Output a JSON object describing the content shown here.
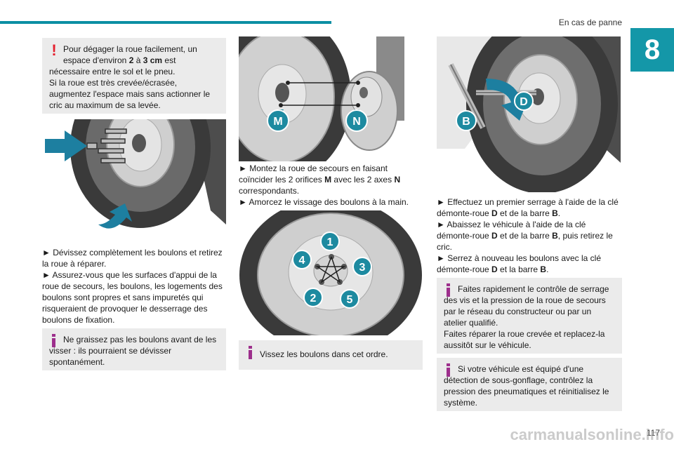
{
  "header": {
    "section_title": "En cas de panne",
    "chapter_number": "8"
  },
  "footer": {
    "page_number": "117",
    "watermark": "carmanualsonline.info"
  },
  "col1": {
    "warning_line1": "Pour dégager la roue facilement, un",
    "warning_line2_pre": "espace d'environ ",
    "warning_line2_b1": "2",
    "warning_line2_mid": " à ",
    "warning_line2_b2": "3 cm",
    "warning_line2_post": " est",
    "warning_rest": "nécessaire entre le sol et le pneu.",
    "warning_line4": "Si la roue est très crevée/écrasée, augmentez l'espace mais sans actionner le cric au maximum de sa levée.",
    "steps": [
      "► Dévissez complètement les boulons et retirez la roue à réparer.",
      "► Assurez-vous que les surfaces d'appui de la roue de secours, les boulons, les logements des boulons sont propres et sans impuretés qui risqueraient de provoquer le desserrage des boulons de fixation."
    ],
    "info": "Ne graissez pas les boulons avant de les visser : ils pourraient se dévisser spontanément."
  },
  "col2": {
    "step1_pre": "► Montez la roue de secours en faisant coïncider les 2 orifices ",
    "step1_b1": "M",
    "step1_mid": " avec les 2 axes ",
    "step1_b2": "N",
    "step1_post": " correspondants.",
    "step2": "► Amorcez le vissage des boulons à la main.",
    "labels": {
      "M": "M",
      "N": "N"
    },
    "order": [
      "1",
      "2",
      "3",
      "4",
      "5"
    ],
    "info": "Vissez les boulons dans cet ordre."
  },
  "col3": {
    "labels": {
      "B": "B",
      "D": "D"
    },
    "s1_pre": "► Effectuez un premier serrage à l'aide de la clé démonte-roue ",
    "s1_b1": "D",
    "s1_mid": " et de la barre ",
    "s1_b2": "B",
    "s1_post": ".",
    "s2_pre": "► Abaissez le véhicule à l'aide de la clé démonte-roue ",
    "s2_b1": "D",
    "s2_mid": " et de la barre ",
    "s2_b2": "B",
    "s2_post": ", puis retirez le cric.",
    "s3_pre": "► Serrez à nouveau les boulons avec la clé démonte-roue ",
    "s3_b1": "D",
    "s3_mid": " et la barre ",
    "s3_b2": "B",
    "s3_post": ".",
    "info1": "Faites rapidement le contrôle de serrage des vis et la pression de la roue de secours par le réseau du constructeur ou par un atelier qualifié.",
    "info1b": "Faites réparer la roue crevée et replacez-la aussitôt sur le véhicule.",
    "info2": "Si votre véhicule est équipé d'une détection de sous-gonflage, contrôlez la pression des pneumatiques et réinitialisez le système."
  },
  "colors": {
    "accent": "#0c8fa3",
    "chapter": "#1497a8",
    "warning": "#e41f2d",
    "info": "#9d2f8c",
    "label": "#1d8aa0",
    "box": "#ebebeb"
  }
}
